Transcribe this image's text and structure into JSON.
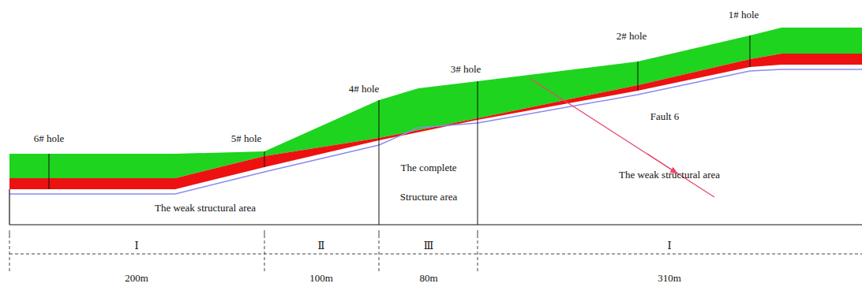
{
  "diagram": {
    "labels": [
      "6# hole",
      "5# hole",
      "4# hole",
      "3# hole",
      "2# hole",
      "1# hole",
      "Fault 6",
      "The weak structural area",
      "The complete Structure area",
      "The weak structural area",
      "Ⅰ",
      "Ⅱ",
      "Ⅲ",
      "Ⅰ",
      "200m",
      "100m",
      "80m",
      "310m"
    ]
  }
}
